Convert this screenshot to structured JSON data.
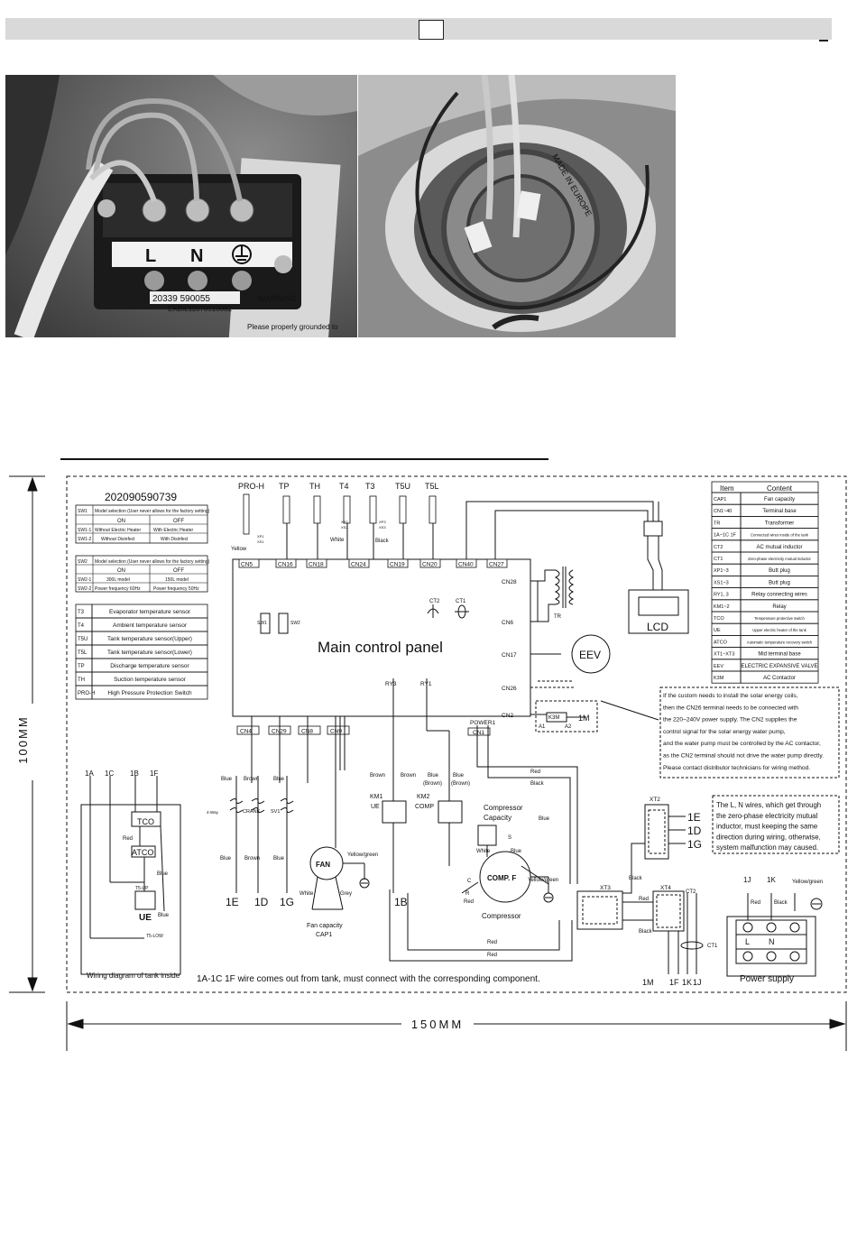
{
  "photos": {
    "left_terminal_labels": [
      "L",
      "N"
    ],
    "left_label_text": "20339 590055",
    "left_warning_text": "WARNING",
    "left_note_text": "Please properly grounded to",
    "left_barcode_text": "EXBIL11070510082",
    "right_sleeve_text": "MADE IN EUROPE"
  },
  "diagram": {
    "code": "202090590739",
    "sw1_table": {
      "header_key": "SW1",
      "header_desc": "Model selection (User never allows for the factory setting)",
      "cols": [
        "ON",
        "OFF"
      ],
      "rows": [
        {
          "key": "SW1-1",
          "on": "Without Electric Heater",
          "off": "With Electric Heater"
        },
        {
          "key": "SW1-2",
          "on": "Without Disinfect",
          "off": "With Disinfect"
        }
      ]
    },
    "sw2_table": {
      "header_key": "SW2",
      "header_desc": "Model selection (User never allows for the factory setting)",
      "cols": [
        "ON",
        "OFF"
      ],
      "rows": [
        {
          "key": "SW2-1",
          "on": "300L model",
          "off": "150L model"
        },
        {
          "key": "SW2-2",
          "on": "Power frequency 60Hz",
          "off": "Power frequency 50Hz"
        }
      ]
    },
    "sensor_table": [
      {
        "key": "T3",
        "val": "Evaporator temperature sensor"
      },
      {
        "key": "T4",
        "val": "Ambient temperature sensor"
      },
      {
        "key": "T5U",
        "val": "Tank temperature sensor(Upper)"
      },
      {
        "key": "T5L",
        "val": "Tank temperature sensor(Lower)"
      },
      {
        "key": "TP",
        "val": "Discharge temperature sensor"
      },
      {
        "key": "TH",
        "val": "Suction temperature sensor"
      },
      {
        "key": "PRO-H",
        "val": "High Pressure Protection Switch"
      }
    ],
    "item_table": {
      "headers": [
        "Item",
        "Content"
      ],
      "rows": [
        {
          "key": "CAP1",
          "val": "Fan capacity"
        },
        {
          "key": "CN1~40",
          "val": "Terminal base"
        },
        {
          "key": "TR",
          "val": "Transformer"
        },
        {
          "key": "1A~1C  1F",
          "val": "Connected wires inside of the tank"
        },
        {
          "key": "CT2",
          "val": "AC mutual inductor"
        },
        {
          "key": "CT1",
          "val": "Zero-phase electricity mutual inductor"
        },
        {
          "key": "XP1~3",
          "val": "Butt plug"
        },
        {
          "key": "XS1~3",
          "val": "Butt plug"
        },
        {
          "key": "RY1, 3",
          "val": "Relay connecting wires"
        },
        {
          "key": "KM1~2",
          "val": "Relay"
        },
        {
          "key": "TCO",
          "val": "Temperature protective switch"
        },
        {
          "key": "UE",
          "val": "Upper electric heater of the tank"
        },
        {
          "key": "ATCO",
          "val": "Automatic temperature recovery switch"
        },
        {
          "key": "XT1~XT3",
          "val": "Mid terminal base"
        },
        {
          "key": "EEV",
          "val": "ELECTRIC EXPANSIVE VALVE"
        },
        {
          "key": "K3M",
          "val": "AC Contactor"
        }
      ]
    },
    "sensors_top": [
      "PRO-H",
      "TP",
      "TH",
      "T4",
      "T3",
      "T5U",
      "T5L"
    ],
    "connectors_top": [
      "CN5",
      "CN16",
      "CN18",
      "CN24",
      "CN19",
      "CN20",
      "CN40",
      "CN27"
    ],
    "connectors_right": [
      "CN28",
      "CN6",
      "CN17",
      "CN26",
      "CN2"
    ],
    "connectors_bottom": [
      "CN4",
      "CN29",
      "CN8",
      "CN9"
    ],
    "power_conn": [
      "POWER1",
      "CN1"
    ],
    "main_panel_label": "Main control panel",
    "ct_labels": [
      "CT2",
      "CT1"
    ],
    "sw_labels": [
      "SW1",
      "SW2"
    ],
    "tr_label": "TR",
    "lcd_label": "LCD",
    "eev_label": "EEV",
    "relays": [
      "RY3",
      "RY1"
    ],
    "km1_label": [
      "KM1",
      "UE"
    ],
    "km2_label": [
      "KM2",
      "COMP"
    ],
    "k3m_label": "K3M",
    "k3m_1m": "1M",
    "a_labels": [
      "A1",
      "A2"
    ],
    "wire_labels": {
      "blue": "Blue",
      "brown": "Brown",
      "red": "Red",
      "black": "Black",
      "white": "White",
      "yellow": "Yellow",
      "grey": "Grey",
      "yellow_green": "Yellow/green",
      "blue_brown": "(Brown)"
    },
    "valve_labels": [
      "4-Way",
      "CRANK",
      "SV1"
    ],
    "fan_label": "FAN",
    "fan_cap_label": [
      "Fan capacity",
      "CAP1"
    ],
    "compressor_label": "COMP. F",
    "compressor_cap_label": [
      "Compressor",
      "Capacity"
    ],
    "compressor_name": "Compressor",
    "comp_pins": [
      "C",
      "R",
      "S"
    ],
    "solar_note": [
      "If the custom needs to install the solar energy coils,",
      "then the CN26 terminal needs to be connected with",
      "the 220~240V power supply. The CN2 supplies the",
      "control signal for the solar energy water pump,",
      "and the water pump must be controlled by the AC contactor,",
      "as the CN2 terminal should not drive the water pump directly.",
      "Please contact distributor technicians for wiring method."
    ],
    "ln_note": [
      "The L, N wires, which get through",
      "the zero-phase electricity mutual",
      "inductor, must keeping the same",
      "direction during wiring, otherwise,",
      "system malfunction may caused."
    ],
    "xt_labels": [
      "XT2",
      "XT3",
      "XT4"
    ],
    "xt2_outputs": [
      "1E",
      "1D",
      "1G"
    ],
    "bottom_outputs": [
      "1E",
      "1D",
      "1G",
      "1B"
    ],
    "tank_terminals": [
      "1A",
      "1C",
      "1B",
      "1F"
    ],
    "tank_labels": [
      "TCO",
      "ATCO",
      "T5-UP",
      "UE",
      "T5-LOW"
    ],
    "tank_caption": "Wiring diagram of tank inside",
    "power_supply_label": "Power supply",
    "power_terminals": [
      "1J",
      "1K"
    ],
    "power_ln": [
      "L",
      "N"
    ],
    "xt4_bottom": [
      "1M",
      "1F",
      "1K",
      "1J"
    ],
    "footnote": "1A-1C  1F wire comes out from tank, must connect with the corresponding component.",
    "dim_vertical": "100MM",
    "dim_horizontal": "150MM",
    "xp_labels": [
      "XP1",
      "XS1",
      "XP2",
      "XS2",
      "XP3",
      "XS3"
    ]
  }
}
